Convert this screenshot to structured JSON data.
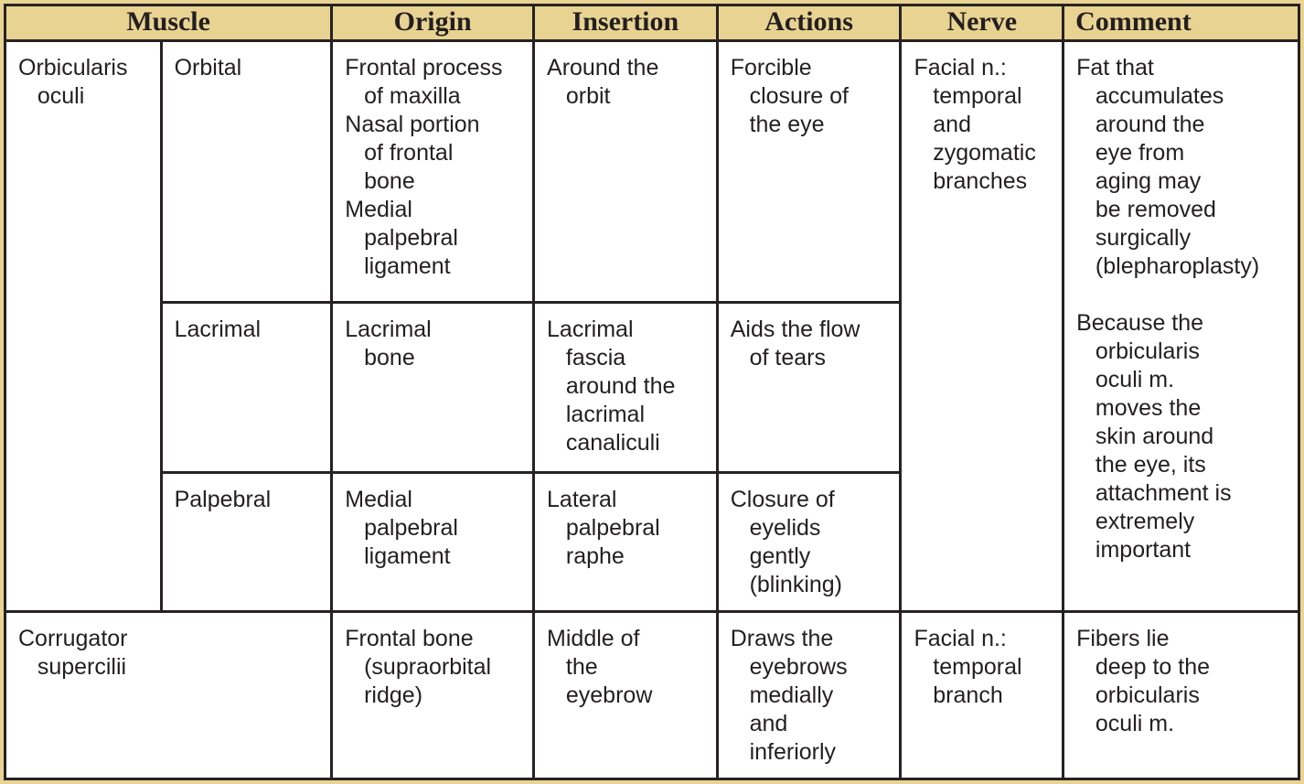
{
  "table": {
    "title": "facial-muscles-table",
    "headers": [
      "Muscle",
      "Origin",
      "Insertion",
      "Actions",
      "Nerve",
      "Comment"
    ],
    "rows": {
      "orbicularis": {
        "muscle": "Orbicularis\n   oculi",
        "parts": [
          {
            "name": "Orbital",
            "origin": "Frontal process\n   of maxilla\nNasal portion\n   of frontal\n   bone\nMedial\n   palpebral\n   ligament",
            "insertion": "Around the\n   orbit",
            "actions": "Forcible\n   closure of\n   the eye"
          },
          {
            "name": "Lacrimal",
            "origin": "Lacrimal\n   bone",
            "insertion": "Lacrimal\n   fascia\n   around the\n   lacrimal\n   canaliculi",
            "actions": "Aids the flow\n   of tears"
          },
          {
            "name": "Palpebral",
            "origin": "Medial\n   palpebral\n   ligament",
            "insertion": "Lateral\n   palpebral\n   raphe",
            "actions": "Closure of\n   eyelids\n   gently\n   (blinking)"
          }
        ],
        "nerve": "Facial n.:\n   temporal\n   and\n   zygomatic\n   branches",
        "comment": "Fat that\n   accumulates\n   around the\n   eye from\n   aging may\n   be removed\n   surgically\n   (blepharoplasty)\n\nBecause the\n   orbicularis\n   oculi m.\n   moves the\n   skin around\n   the eye, its\n   attachment is\n   extremely\n   important"
      },
      "corrugator": {
        "muscle": "Corrugator\n   supercilii",
        "origin": "Frontal bone\n   (supraorbital\n   ridge)",
        "insertion": "Middle of\n   the\n   eyebrow",
        "actions": "Draws the\n   eyebrows\n   medially\n   and\n   inferiorly",
        "nerve": "Facial n.:\n   temporal\n   branch",
        "comment": "Fibers lie\n   deep to the\n   orbicularis\n   oculi m."
      }
    },
    "colors": {
      "header_bg": "#e8d392",
      "frame": "#e8d392",
      "rule": "#262223",
      "text": "#231f20"
    }
  }
}
